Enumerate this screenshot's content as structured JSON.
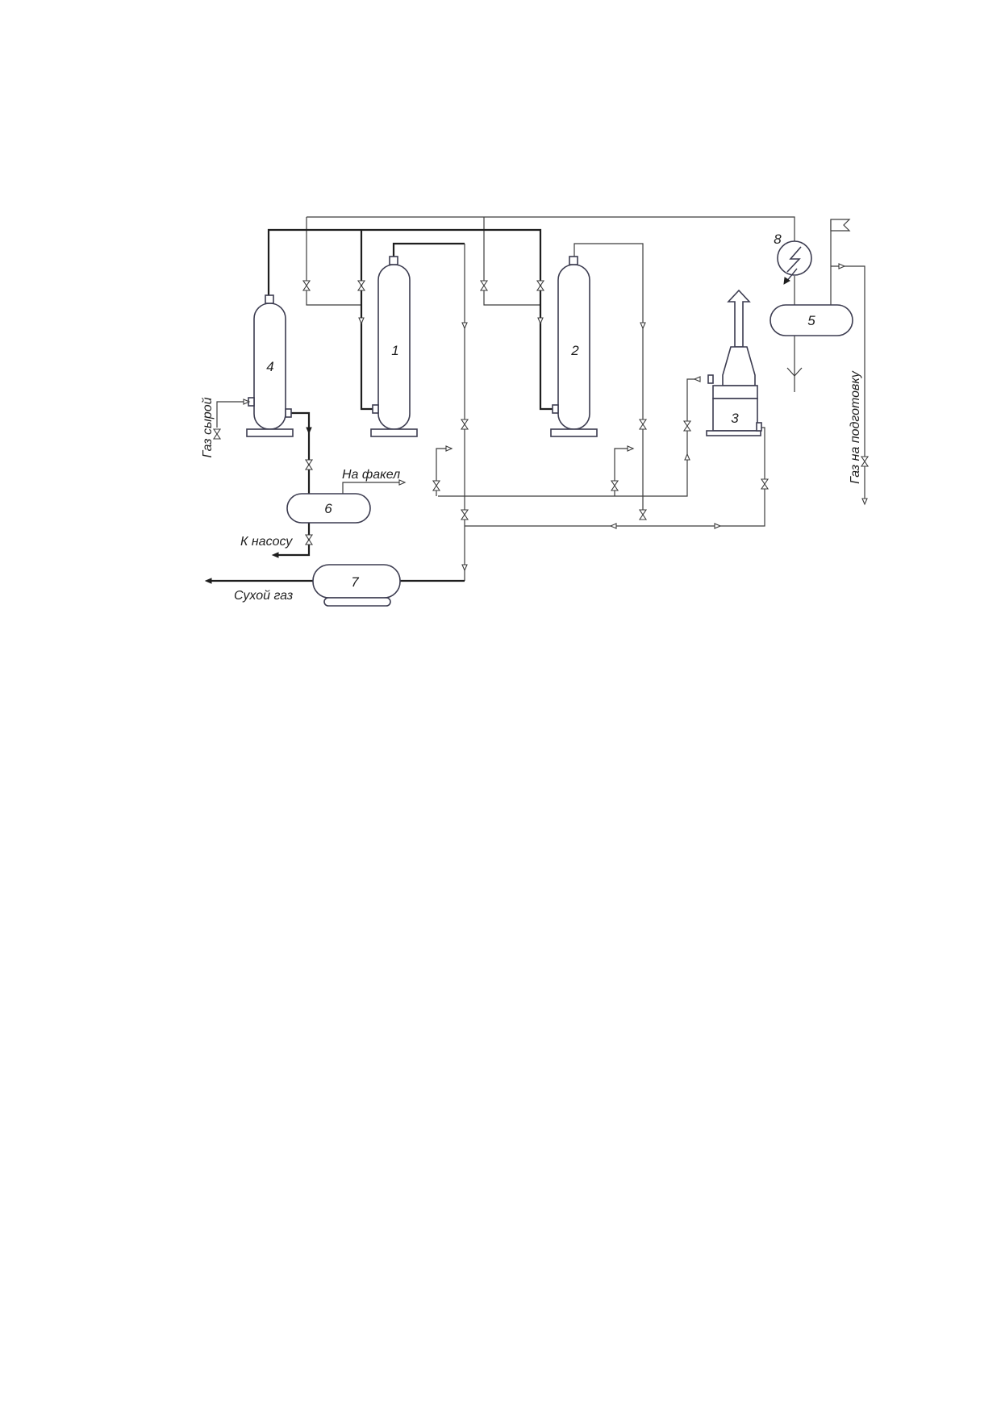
{
  "equipment": {
    "e1": "1",
    "e2": "2",
    "e3": "3",
    "e4": "4",
    "e5": "5",
    "e6": "6",
    "e7": "7",
    "e8": "8"
  },
  "labels": {
    "raw_gas": "Газ сырой",
    "to_flare": "На факел",
    "to_pump": "К насосу",
    "dry_gas": "Сухой газ",
    "gas_to_treatment": "Газ на подготовку"
  }
}
